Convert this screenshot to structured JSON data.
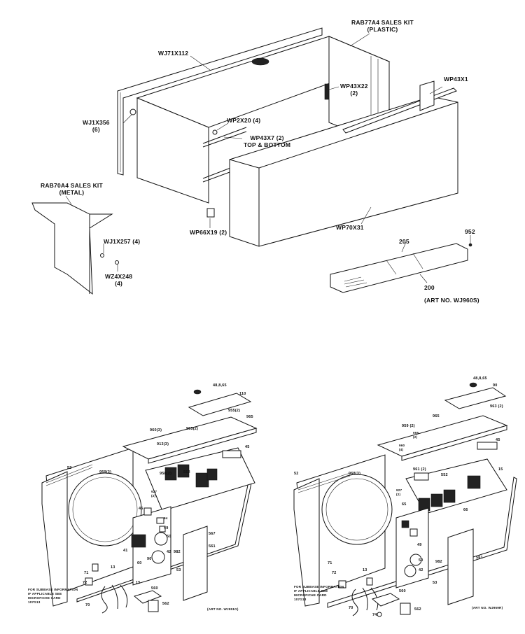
{
  "top": {
    "sales_kit_plastic": "RAB77A4 SALES KIT",
    "sales_kit_plastic_sub": "(PLASTIC)",
    "wj71x112": "WJ71X112",
    "wp43x1": "WP43X1",
    "wp43x22": "WP43X22",
    "wp43x22_qty": "(2)",
    "wj1x356": "WJ1X356",
    "wj1x356_qty": "(6)",
    "wp2x20": "WP2X20 (4)",
    "wp43x7": "WP43X7 (2)",
    "wp43x7_sub": "TOP & BOTTOM",
    "sales_kit_metal": "RAB70A4 SALES KIT",
    "sales_kit_metal_sub": "(METAL)",
    "wp66x19": "WP66X19 (2)",
    "wp70x31": "WP70X31",
    "wj1x257": "WJ1X257 (4)",
    "wz4x248": "WZ4X248",
    "wz4x248_qty": "(4)",
    "n952": "952",
    "n205": "205",
    "n200": "200",
    "art_top": "(ART NO. WJ960S)"
  },
  "left": {
    "n110": "110",
    "n48": "48,8,65",
    "n965": "965",
    "n955a": "955(2)",
    "n955b": "955(2)",
    "n960": "960(3)",
    "n913": "913(3)",
    "n45": "45",
    "n52": "52",
    "n959": "959(3)",
    "n927": "927",
    "n927q": "(2)",
    "n958": "958(2)",
    "n552": "552",
    "n46": "46",
    "n94": "94",
    "n49": "49",
    "n50": "50",
    "n42": "42",
    "n41": "41",
    "n561": "561",
    "n567": "567",
    "n982": "982",
    "n53": "53",
    "n60": "60",
    "n90": "90",
    "n71": "71",
    "n72": "72",
    "n13": "13",
    "n15": "15",
    "n560": "560",
    "n562": "562",
    "n70": "70",
    "subbase1": "FOR SUBBASE INFORMATION",
    "subbase2": "IF APPLICABLE SEE",
    "subbase3": "MICROFICHE CARD",
    "subbase4": "107G13",
    "art": "(ART NO. WJ951G)"
  },
  "right": {
    "n48": "48,8,65",
    "n90": "90",
    "n965": "965",
    "n959": "959 (2)",
    "n955": "955",
    "n955q": "(2)",
    "n960": "960",
    "n960q": "(4)",
    "n963": "963 (2)",
    "n45": "45",
    "n52": "52",
    "n968": "968(3)",
    "n961": "961 (2)",
    "n552": "552",
    "n927": "927",
    "n927q": "(2)",
    "n15": "15",
    "n65": "65",
    "n66": "66",
    "n49": "49",
    "n50": "50",
    "n42": "42",
    "n561": "561",
    "n982": "982",
    "n53": "53",
    "n71": "71",
    "n72": "72",
    "n13": "13",
    "n560": "560",
    "n562": "562",
    "n70": "70",
    "n74": "74",
    "subbase1": "FOR SUBBASE INFORMATION",
    "subbase2": "IF APPLICABLE SEE",
    "subbase3": "MICROFICHE CARD",
    "subbase4": "107G13",
    "art": "(ART NO. WJ959R)"
  }
}
